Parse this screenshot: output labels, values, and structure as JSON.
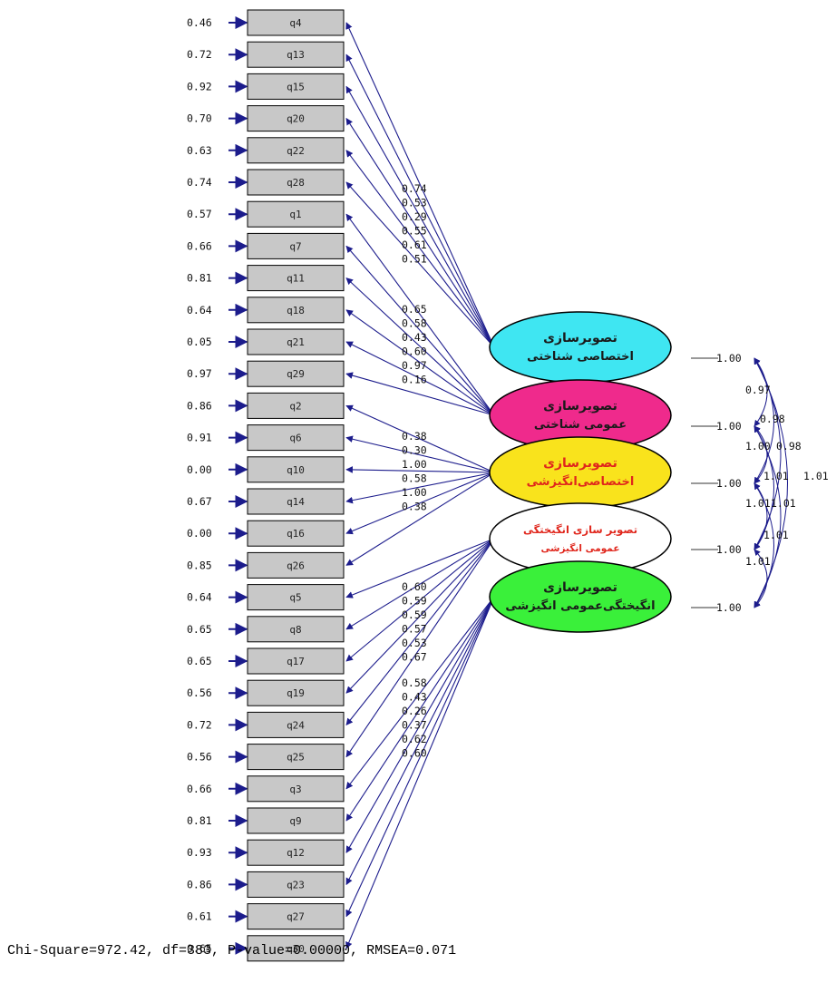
{
  "indicators": [
    {
      "id": "q4",
      "error": "0.46"
    },
    {
      "id": "q13",
      "error": "0.72"
    },
    {
      "id": "q15",
      "error": "0.92"
    },
    {
      "id": "q20",
      "error": "0.70"
    },
    {
      "id": "q22",
      "error": "0.63"
    },
    {
      "id": "q28",
      "error": "0.74"
    },
    {
      "id": "q1",
      "error": "0.57"
    },
    {
      "id": "q7",
      "error": "0.66"
    },
    {
      "id": "q11",
      "error": "0.81"
    },
    {
      "id": "q18",
      "error": "0.64"
    },
    {
      "id": "q21",
      "error": "0.05"
    },
    {
      "id": "q29",
      "error": "0.97"
    },
    {
      "id": "q2",
      "error": "0.86"
    },
    {
      "id": "q6",
      "error": "0.91"
    },
    {
      "id": "q10",
      "error": "0.00"
    },
    {
      "id": "q14",
      "error": "0.67"
    },
    {
      "id": "q16",
      "error": "0.00"
    },
    {
      "id": "q26",
      "error": "0.85"
    },
    {
      "id": "q5",
      "error": "0.64"
    },
    {
      "id": "q8",
      "error": "0.65"
    },
    {
      "id": "q17",
      "error": "0.65"
    },
    {
      "id": "q19",
      "error": "0.56"
    },
    {
      "id": "q24",
      "error": "0.72"
    },
    {
      "id": "q25",
      "error": "0.56"
    },
    {
      "id": "q3",
      "error": "0.66"
    },
    {
      "id": "q9",
      "error": "0.81"
    },
    {
      "id": "q12",
      "error": "0.93"
    },
    {
      "id": "q23",
      "error": "0.86"
    },
    {
      "id": "q27",
      "error": "0.61"
    },
    {
      "id": "q30",
      "error": "0.65"
    }
  ],
  "factors": [
    {
      "line1": "تصویرسازی",
      "line2": "اختصاصی شناختی",
      "variance": "1.00",
      "fill": "#3fe6f2",
      "text_color": "#1a1a1a"
    },
    {
      "line1": "تصویرسازی",
      "line2": "عمومی شناختی",
      "variance": "1.00",
      "fill": "#ef2a8c",
      "text_color": "#1a1a1a"
    },
    {
      "line1": "تصویرسازی",
      "line2": "اختصاصی‌انگیزشی",
      "variance": "1.00",
      "fill": "#f9e31c",
      "text_color": "#e0261c"
    },
    {
      "line1": "تصویر سازی انگیختگی",
      "line2": "عمومی انگیزشی",
      "variance": "1.00",
      "fill": "#ffffff",
      "text_color": "#e0261c"
    },
    {
      "line1": "تصویرسازی",
      "line2": "انگیختگی‌عمومی انگیزشی",
      "variance": "1.00",
      "fill": "#3af03a",
      "text_color": "#1a1a1a"
    }
  ],
  "loadings": [
    {
      "factor": 0,
      "items": [
        0,
        1,
        2,
        3,
        4,
        5
      ],
      "values": [
        "0.74",
        "0.53",
        "0.29",
        "0.55",
        "0.61",
        "0.51"
      ]
    },
    {
      "factor": 1,
      "items": [
        6,
        7,
        8,
        9,
        10,
        11
      ],
      "values": [
        "0.65",
        "0.58",
        "0.43",
        "0.60",
        "0.97",
        "0.16"
      ]
    },
    {
      "factor": 2,
      "items": [
        12,
        13,
        14,
        15,
        16,
        17
      ],
      "values": [
        "0.38",
        "0.30",
        "1.00",
        "0.58",
        "1.00",
        "0.38"
      ]
    },
    {
      "factor": 3,
      "items": [
        18,
        19,
        20,
        21,
        22,
        23
      ],
      "values": [
        "0.60",
        "0.59",
        "0.59",
        "0.57",
        "0.53",
        "0.67"
      ]
    },
    {
      "factor": 4,
      "items": [
        24,
        25,
        26,
        27,
        28,
        29
      ],
      "values": [
        "0.58",
        "0.43",
        "0.26",
        "0.37",
        "0.62",
        "0.60"
      ]
    }
  ],
  "correlations": [
    "0.97",
    "0.98",
    "1.00",
    "0.98",
    "1.01",
    "1.01",
    "1.01",
    "1.01",
    "1.01",
    "1.01"
  ],
  "fit_statistics": "Chi-Square=972.42, df=383, P-value=0.00000, RMSEA=0.071",
  "colors": {
    "box_fill": "#c8c8c8",
    "box_stroke": "#000000",
    "arrow": "#1c1c8c"
  }
}
